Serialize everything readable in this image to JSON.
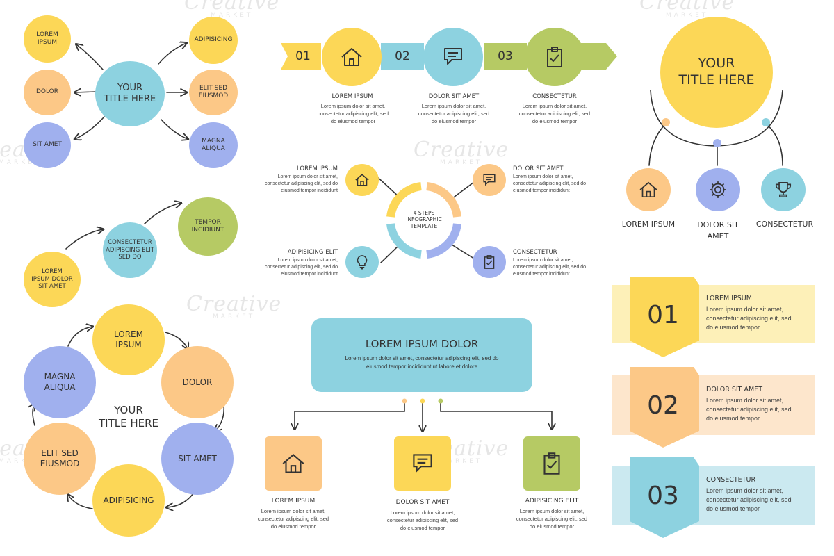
{
  "colors": {
    "yellow": "#fcd757",
    "orange": "#fcc887",
    "blue": "#8dd2e0",
    "purple": "#a0b0ee",
    "green": "#b6ca64",
    "dark": "#333333"
  },
  "mindmap": {
    "center": "YOUR\nTITLE HERE",
    "left": [
      "LOREM\nIPSUM",
      "DOLOR",
      "SIT AMET"
    ],
    "right": [
      "ADIPISICING",
      "ELIT SED\nEIUSMOD",
      "MAGNA\nALIQUA"
    ]
  },
  "flow": {
    "start": "LOREM\nIPSUM DOLOR\nSIT AMET",
    "middle": "CONSECTETUR\nADIPISCING ELIT\nSED DO",
    "end": "TEMPOR\nINCIDIUNT"
  },
  "cycle": {
    "center": "YOUR\nTITLE HERE",
    "items": [
      "LOREM\nIPSUM",
      "DOLOR",
      "SIT AMET",
      "ADIPISICING",
      "ELIT SED\nEIUSMOD",
      "MAGNA\nALIQUA"
    ]
  },
  "ribbon": {
    "steps": [
      {
        "num": "01",
        "title": "LOREM IPSUM",
        "body": "Lorem ipsum dolor sit amet,\nconsectetur adipiscing elit, sed\ndo eiusmod tempor",
        "icon": "home-icon"
      },
      {
        "num": "02",
        "title": "DOLOR SIT AMET",
        "body": "Lorem ipsum dolor sit amet,\nconsectetur adipiscing elit, sed\ndo eiusmod tempor",
        "icon": "chat-icon"
      },
      {
        "num": "03",
        "title": "CONSECTETUR",
        "body": "Lorem ipsum dolor sit amet,\nconsectetur adipiscing elit, sed\ndo eiusmod tempor",
        "icon": "clipboard-icon"
      }
    ]
  },
  "four_steps": {
    "center": "4 STEPS\nINFOGRAPHIC\nTEMPLATE",
    "items": [
      {
        "title": "LOREM IPSUM",
        "body": "Lorem ipsum dolor sit amet,\nconsectetur adipiscing elit, sed do\neiusmod tempor incididunt",
        "icon": "home-icon"
      },
      {
        "title": "DOLOR SIT AMET",
        "body": "Lorem ipsum dolor sit amet,\nconsectetur adipiscing elit, sed do\neiusmod tempor incididunt",
        "icon": "chat-icon"
      },
      {
        "title": "ADIPISICING ELIT",
        "body": "Lorem ipsum dolor sit amet,\nconsectetur adipiscing elit, sed do\neiusmod tempor incididunt",
        "icon": "lightbulb-icon"
      },
      {
        "title": "CONSECTETUR",
        "body": "Lorem ipsum dolor sit amet,\nconsectetur adipiscing elit, sed do\neiusmod tempor incididunt",
        "icon": "clipboard-icon"
      }
    ]
  },
  "tree": {
    "title": "LOREM IPSUM DOLOR",
    "body": "Lorem ipsum dolor sit amet, consectetur adipiscing elit, sed do\neiusmod tempor incididunt ut labore et dolore",
    "children": [
      {
        "title": "LOREM IPSUM",
        "body": "Lorem ipsum dolor sit amet,\nconsectetur adipiscing elit, sed\ndo eiusmod tempor",
        "icon": "home-icon"
      },
      {
        "title": "DOLOR SIT AMET",
        "body": "Lorem ipsum dolor sit amet,\nconsectetur adipiscing elit, sed\ndo eiusmod tempor",
        "icon": "chat-icon"
      },
      {
        "title": "ADIPISICING ELIT",
        "body": "Lorem ipsum dolor sit amet,\nconsectetur adipiscing elit, sed\ndo eiusmod tempor",
        "icon": "clipboard-icon"
      }
    ]
  },
  "hierarchy": {
    "title": "YOUR\nTITLE HERE",
    "children": [
      {
        "title": "LOREM IPSUM",
        "icon": "home-icon"
      },
      {
        "title": "DOLOR SIT\nAMET",
        "icon": "gear-icon"
      },
      {
        "title": "CONSECTETUR",
        "icon": "trophy-icon"
      }
    ]
  },
  "banners": [
    {
      "num": "01",
      "title": "LOREM IPSUM",
      "body": "Lorem ipsum dolor sit amet,\nconsectetur adipiscing elit, sed\ndo eiusmod tempor"
    },
    {
      "num": "02",
      "title": "DOLOR SIT AMET",
      "body": "Lorem ipsum dolor sit amet,\nconsectetur adipiscing elit, sed\ndo eiusmod tempor"
    },
    {
      "num": "03",
      "title": "CONSECTETUR",
      "body": "Lorem ipsum dolor sit amet,\nconsectetur adipiscing elit, sed\ndo eiusmod tempor"
    }
  ],
  "watermark": {
    "brand": "Creative",
    "sub": "MARKET"
  }
}
